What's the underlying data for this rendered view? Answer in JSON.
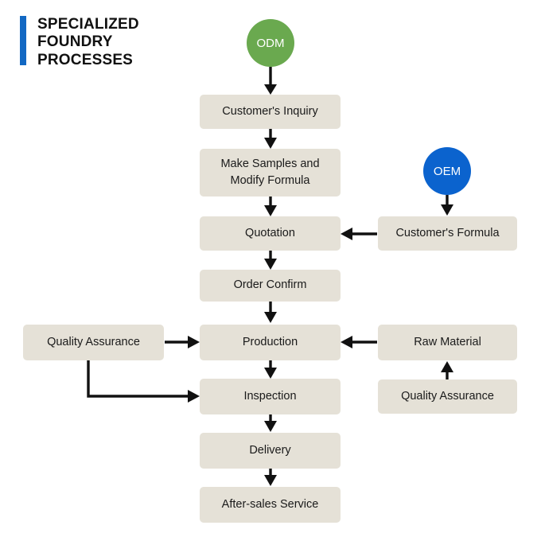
{
  "title": {
    "text": "SPECIALIZED\nFOUNDRY\nPROCESSES",
    "accent_color": "#1268c3"
  },
  "colors": {
    "node_fill": "#e5e1d7",
    "node_text": "#1a1a1a",
    "odm_circle": "#6aa94f",
    "oem_circle": "#0b63ce",
    "connector": "#111111",
    "background": "#ffffff"
  },
  "chart_data": {
    "type": "diagram",
    "title": "SPECIALIZED FOUNDRY PROCESSES",
    "nodes": [
      {
        "id": "odm",
        "label": "ODM",
        "shape": "circle",
        "column": "main",
        "fill": "#6aa94f"
      },
      {
        "id": "inquiry",
        "label": "Customer's Inquiry",
        "shape": "box",
        "column": "main",
        "fill": "#e5e1d7"
      },
      {
        "id": "samples",
        "label": "Make Samples and Modify Formula",
        "shape": "box",
        "column": "main",
        "fill": "#e5e1d7"
      },
      {
        "id": "quotation",
        "label": "Quotation",
        "shape": "box",
        "column": "main",
        "fill": "#e5e1d7"
      },
      {
        "id": "order",
        "label": "Order Confirm",
        "shape": "box",
        "column": "main",
        "fill": "#e5e1d7"
      },
      {
        "id": "production",
        "label": "Production",
        "shape": "box",
        "column": "main",
        "fill": "#e5e1d7"
      },
      {
        "id": "inspection",
        "label": "Inspection",
        "shape": "box",
        "column": "main",
        "fill": "#e5e1d7"
      },
      {
        "id": "delivery",
        "label": "Delivery",
        "shape": "box",
        "column": "main",
        "fill": "#e5e1d7"
      },
      {
        "id": "aftersales",
        "label": "After-sales Service",
        "shape": "box",
        "column": "main",
        "fill": "#e5e1d7"
      },
      {
        "id": "oem",
        "label": "OEM",
        "shape": "circle",
        "column": "right",
        "fill": "#0b63ce"
      },
      {
        "id": "formula",
        "label": "Customer's Formula",
        "shape": "box",
        "column": "right",
        "fill": "#e5e1d7"
      },
      {
        "id": "raw_material",
        "label": "Raw Material",
        "shape": "box",
        "column": "right",
        "fill": "#e5e1d7"
      },
      {
        "id": "qa_right",
        "label": "Quality Assurance",
        "shape": "box",
        "column": "right",
        "fill": "#e5e1d7"
      },
      {
        "id": "qa_left",
        "label": "Quality Assurance",
        "shape": "box",
        "column": "left",
        "fill": "#e5e1d7"
      }
    ],
    "edges": [
      {
        "from": "odm",
        "to": "inquiry",
        "direction": "down"
      },
      {
        "from": "inquiry",
        "to": "samples",
        "direction": "down"
      },
      {
        "from": "samples",
        "to": "quotation",
        "direction": "down"
      },
      {
        "from": "quotation",
        "to": "order",
        "direction": "down"
      },
      {
        "from": "order",
        "to": "production",
        "direction": "down"
      },
      {
        "from": "production",
        "to": "inspection",
        "direction": "down"
      },
      {
        "from": "inspection",
        "to": "delivery",
        "direction": "down"
      },
      {
        "from": "delivery",
        "to": "aftersales",
        "direction": "down"
      },
      {
        "from": "oem",
        "to": "formula",
        "direction": "down"
      },
      {
        "from": "formula",
        "to": "quotation",
        "direction": "left"
      },
      {
        "from": "raw_material",
        "to": "production",
        "direction": "left"
      },
      {
        "from": "qa_right",
        "to": "raw_material",
        "direction": "up"
      },
      {
        "from": "qa_left",
        "to": "production",
        "direction": "right"
      },
      {
        "from": "qa_left",
        "to": "inspection",
        "direction": "elbow-down-right"
      }
    ]
  },
  "nodes": {
    "odm": "ODM",
    "inquiry": "Customer's Inquiry",
    "samples": "Make Samples and\nModify Formula",
    "quotation": "Quotation",
    "order": "Order Confirm",
    "production": "Production",
    "inspection": "Inspection",
    "delivery": "Delivery",
    "aftersales": "After-sales Service",
    "oem": "OEM",
    "formula": "Customer's Formula",
    "raw_material": "Raw Material",
    "qa_right": "Quality Assurance",
    "qa_left": "Quality Assurance"
  }
}
